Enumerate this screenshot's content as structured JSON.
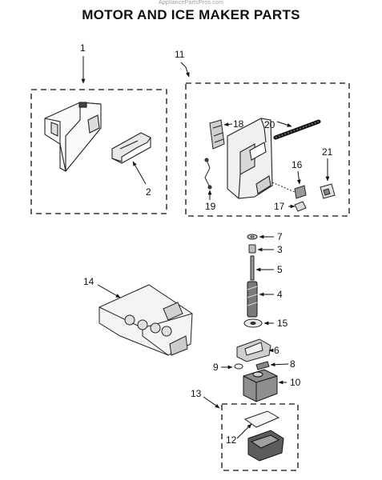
{
  "watermark": "AppliancePartsPros.com",
  "title": "MOTOR AND ICE MAKER PARTS",
  "callouts": {
    "c1": "1",
    "c2": "2",
    "c3": "3",
    "c4": "4",
    "c5": "5",
    "c6": "6",
    "c7": "7",
    "c8": "8",
    "c9": "9",
    "c10": "10",
    "c11": "11",
    "c12": "12",
    "c13": "13",
    "c14": "14",
    "c15": "15",
    "c16": "16",
    "c17": "17",
    "c18": "18",
    "c19": "19",
    "c20": "20",
    "c21": "21"
  }
}
